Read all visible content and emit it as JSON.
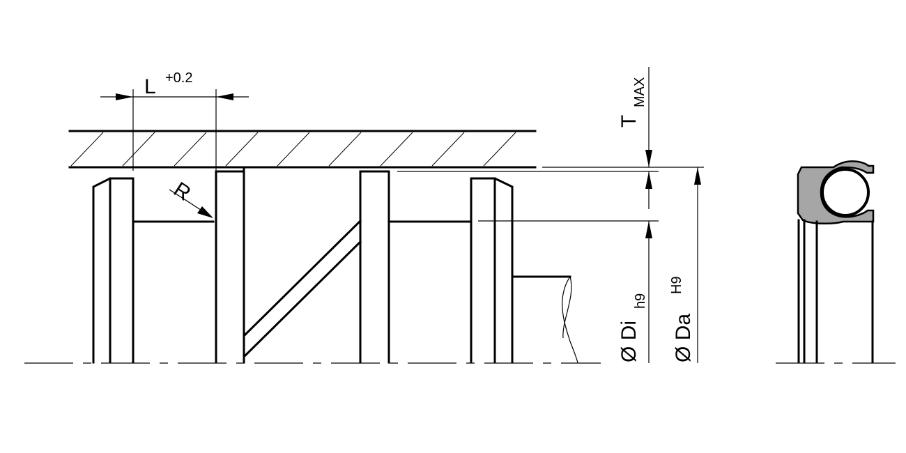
{
  "labels": {
    "length": "L",
    "length_tolerance": "+0.2",
    "radius": "R",
    "t_symbol": "T",
    "t_subscript": "MAX",
    "di_symbol": "Ø Di",
    "di_tolerance": "h9",
    "da_symbol": "Ø Da",
    "da_tolerance": "H9"
  },
  "colors": {
    "line": "#000000",
    "seal_fill": "#a6a6a6",
    "background": "#ffffff"
  }
}
